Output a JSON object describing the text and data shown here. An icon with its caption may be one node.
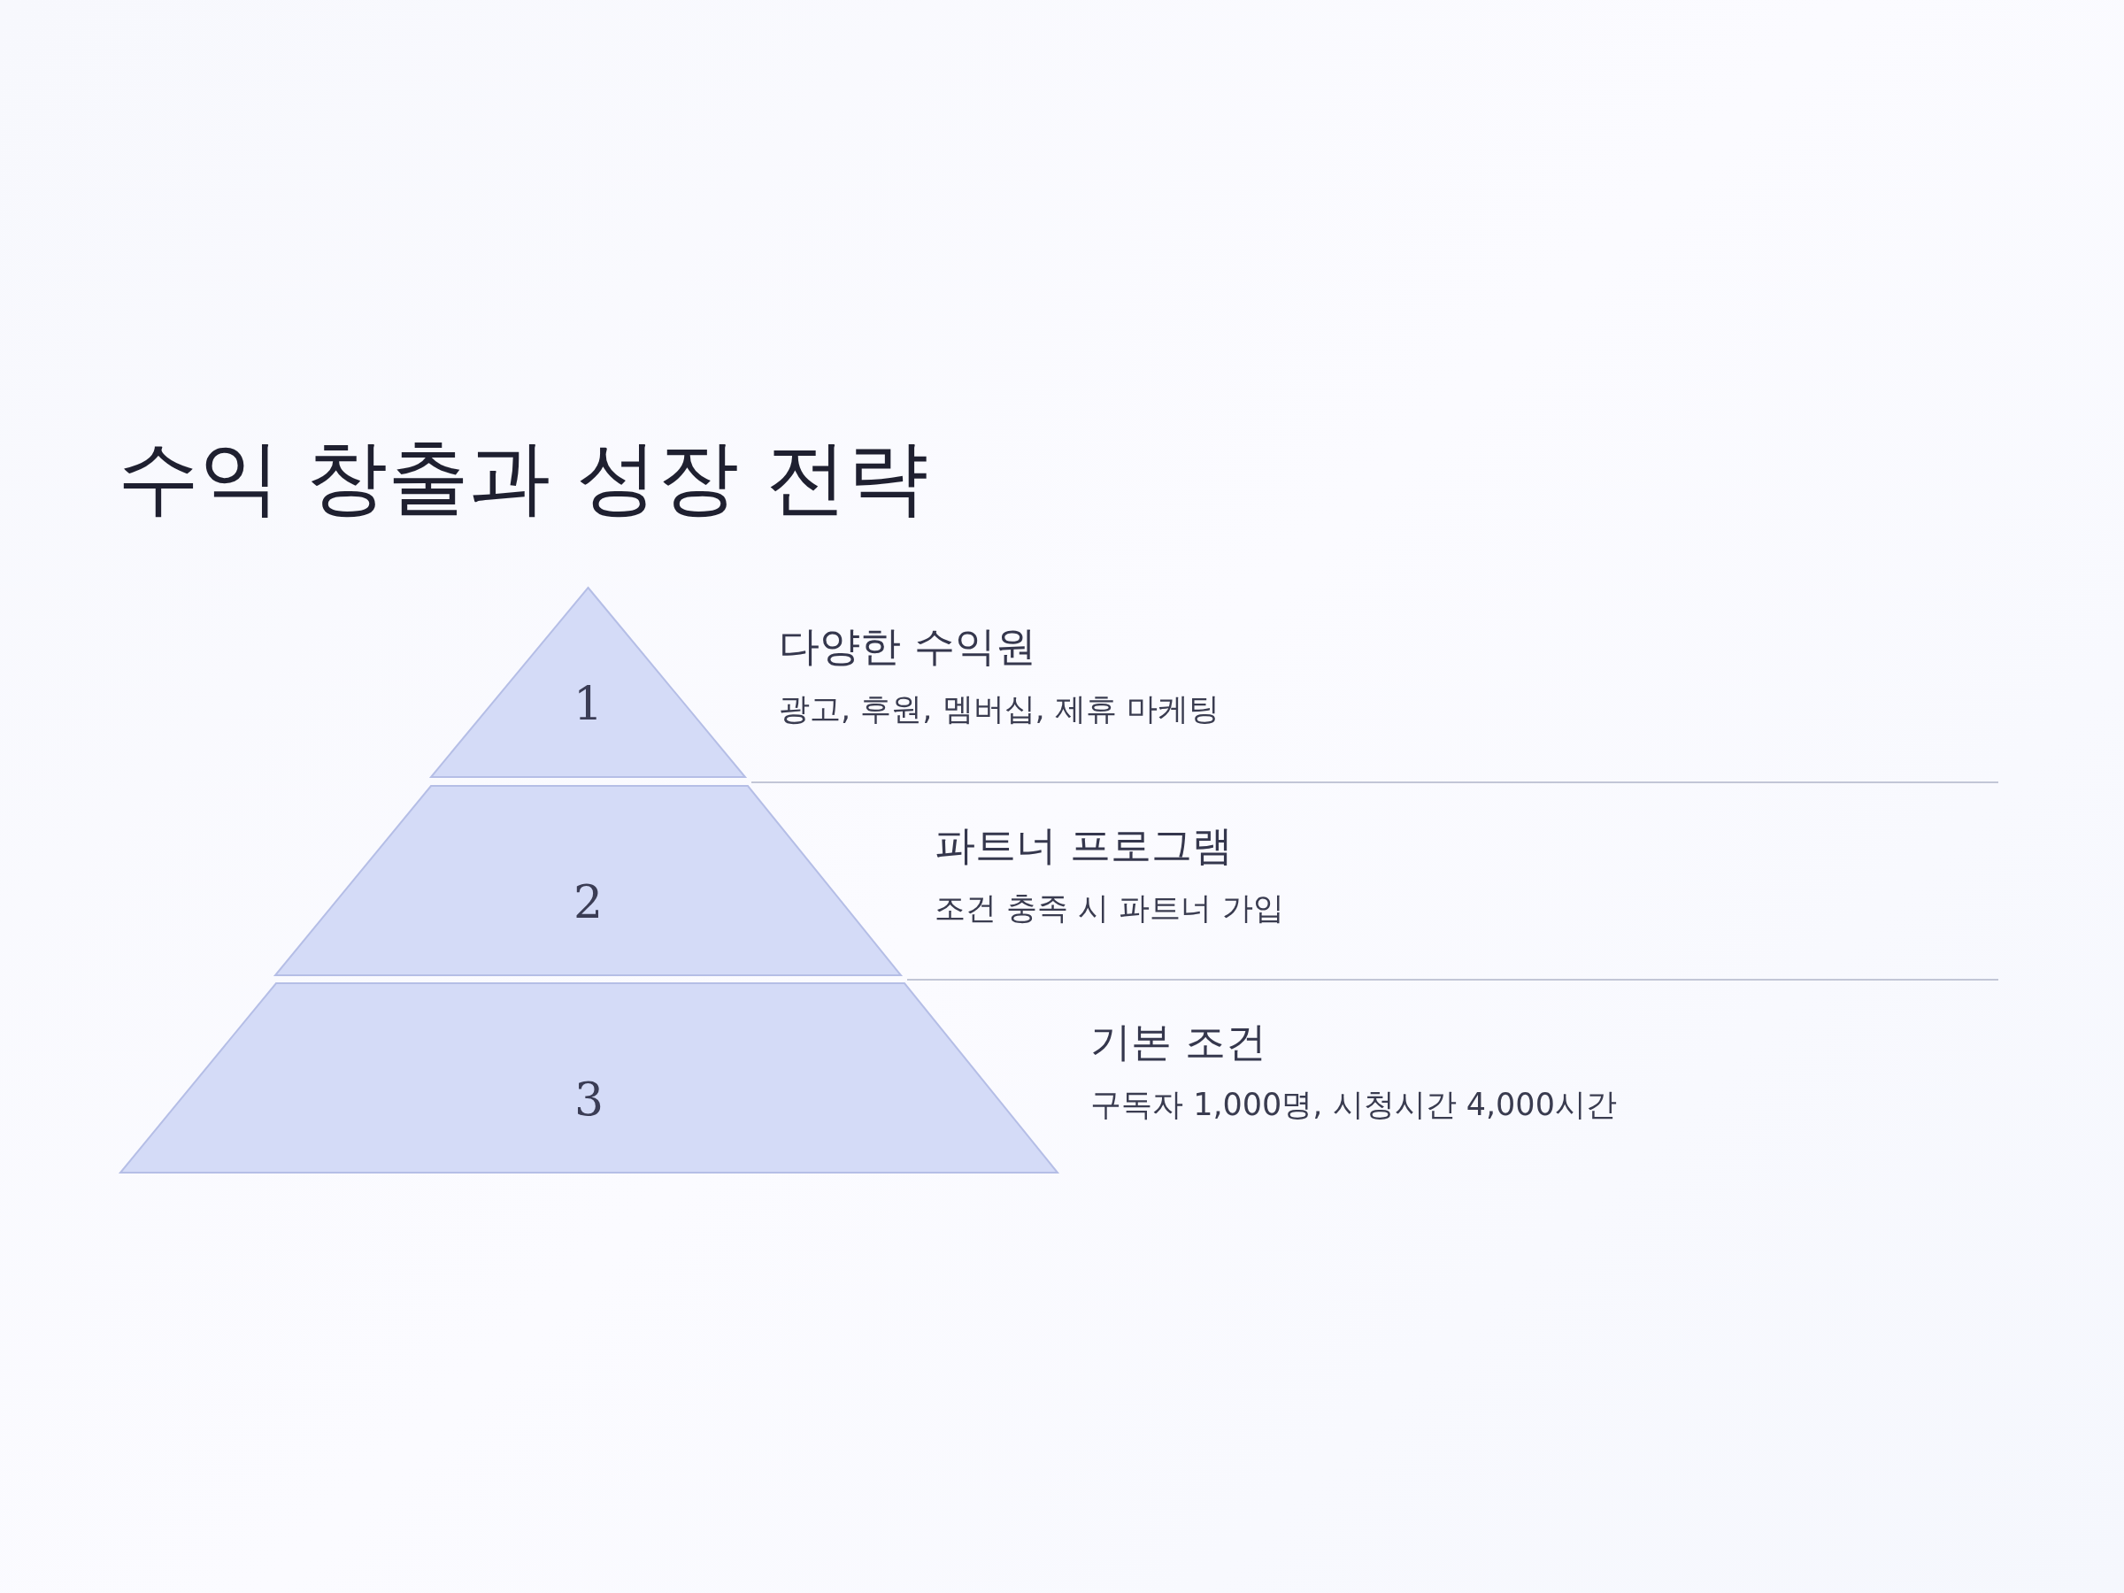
{
  "diagram": {
    "title": "수익 창출과 성장 전략",
    "nodes": [
      {
        "text": [
          "1"
        ],
        "beside": [
          "다양한 수익원",
          "광고, 후원, 멤버십, 제휴 마케팅"
        ]
      },
      {
        "text": [
          "2"
        ],
        "beside": [
          "파트너 프로그램",
          "조건 충족 시 파트너 가입"
        ]
      },
      {
        "text": [
          "3"
        ],
        "beside": [
          "기본 조건",
          "구독자 1,000명, 시청시간 4,000시간"
        ]
      }
    ],
    "edges": []
  }
}
